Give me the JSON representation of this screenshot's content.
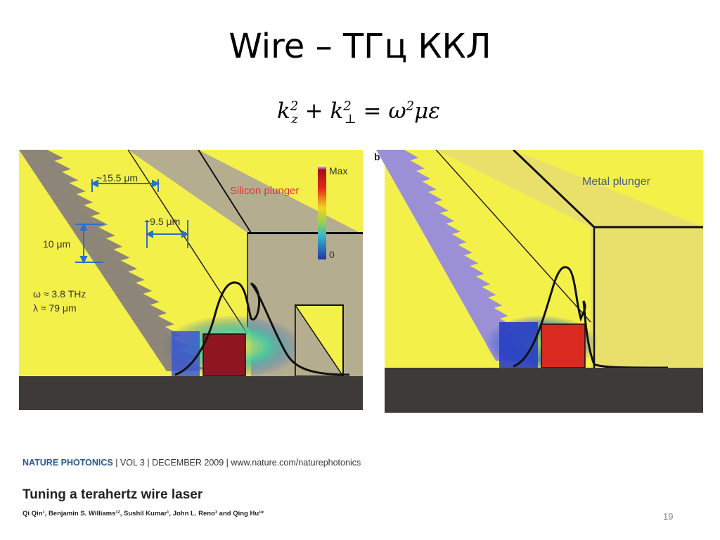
{
  "slide": {
    "title": "Wire – ТГц ККЛ",
    "page_number": "19"
  },
  "formula": {
    "k": "k",
    "z": "z",
    "perp": "⊥",
    "two": "2",
    "plus": "+",
    "equals": "=",
    "omega": "ω",
    "mu_eps": "με"
  },
  "figure_a": {
    "label_15_5": "~15.5 μm",
    "label_9_5": "~9.5 μm",
    "label_10": "10 μm",
    "omega_line": "ω ≈ 3.8 THz",
    "lambda_line": "λ ≈ 79 μm",
    "plunger": "Silicon plunger",
    "colorbar_max": "Max",
    "colorbar_min": "0"
  },
  "figure_b": {
    "panel_label": "b",
    "plunger": "Metal plunger"
  },
  "citation": {
    "journal": "NATURE PHOTONICS",
    "details": " | VOL 3 | DECEMBER 2009 | www.nature.com/naturephotonics"
  },
  "paper": {
    "title": "Tuning a terahertz wire laser",
    "authors": "Qi Qin¹, Benjamin S. Williams¹², Sushil Kumar¹, John L. Reno³ and Qing Hu¹*"
  },
  "colors": {
    "yellow": "#f4f04a",
    "substrate": "#3e3a38",
    "plunger_gray": "#b5ad8f",
    "plunger_label_red": "#d93a3a",
    "annotation_blue": "#2a6fc9"
  }
}
